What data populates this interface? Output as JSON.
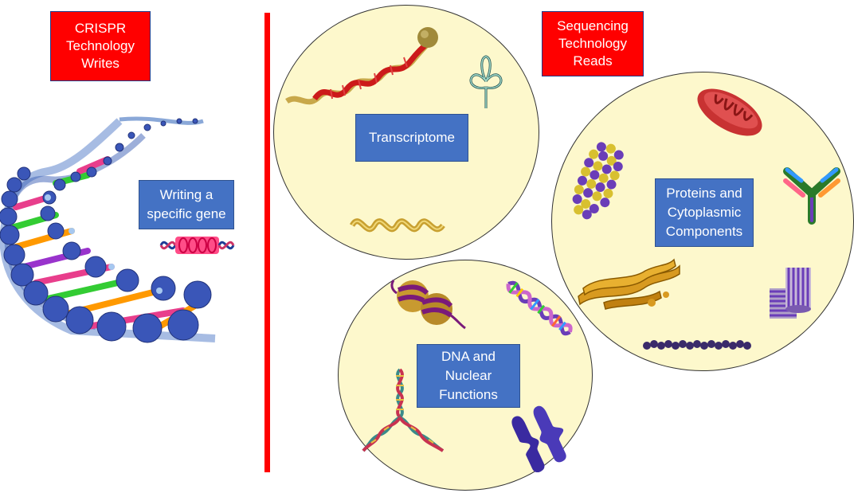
{
  "left": {
    "crispr_label": "CRISPR\nTechnology\nWrites",
    "writing_label": "Writing a\nspecific gene"
  },
  "right": {
    "sequencing_label": "Sequencing\nTechnology\nReads",
    "transcriptome_label": "Transcriptome",
    "proteins_label": "Proteins and\nCytoplasmic\nComponents",
    "dna_label": "DNA and\nNuclear\nFunctions"
  },
  "colors": {
    "red_box": "#ff0000",
    "blue_box": "#4472c4",
    "circle_fill": "#fdf8cc",
    "divider": "#ff0000"
  }
}
